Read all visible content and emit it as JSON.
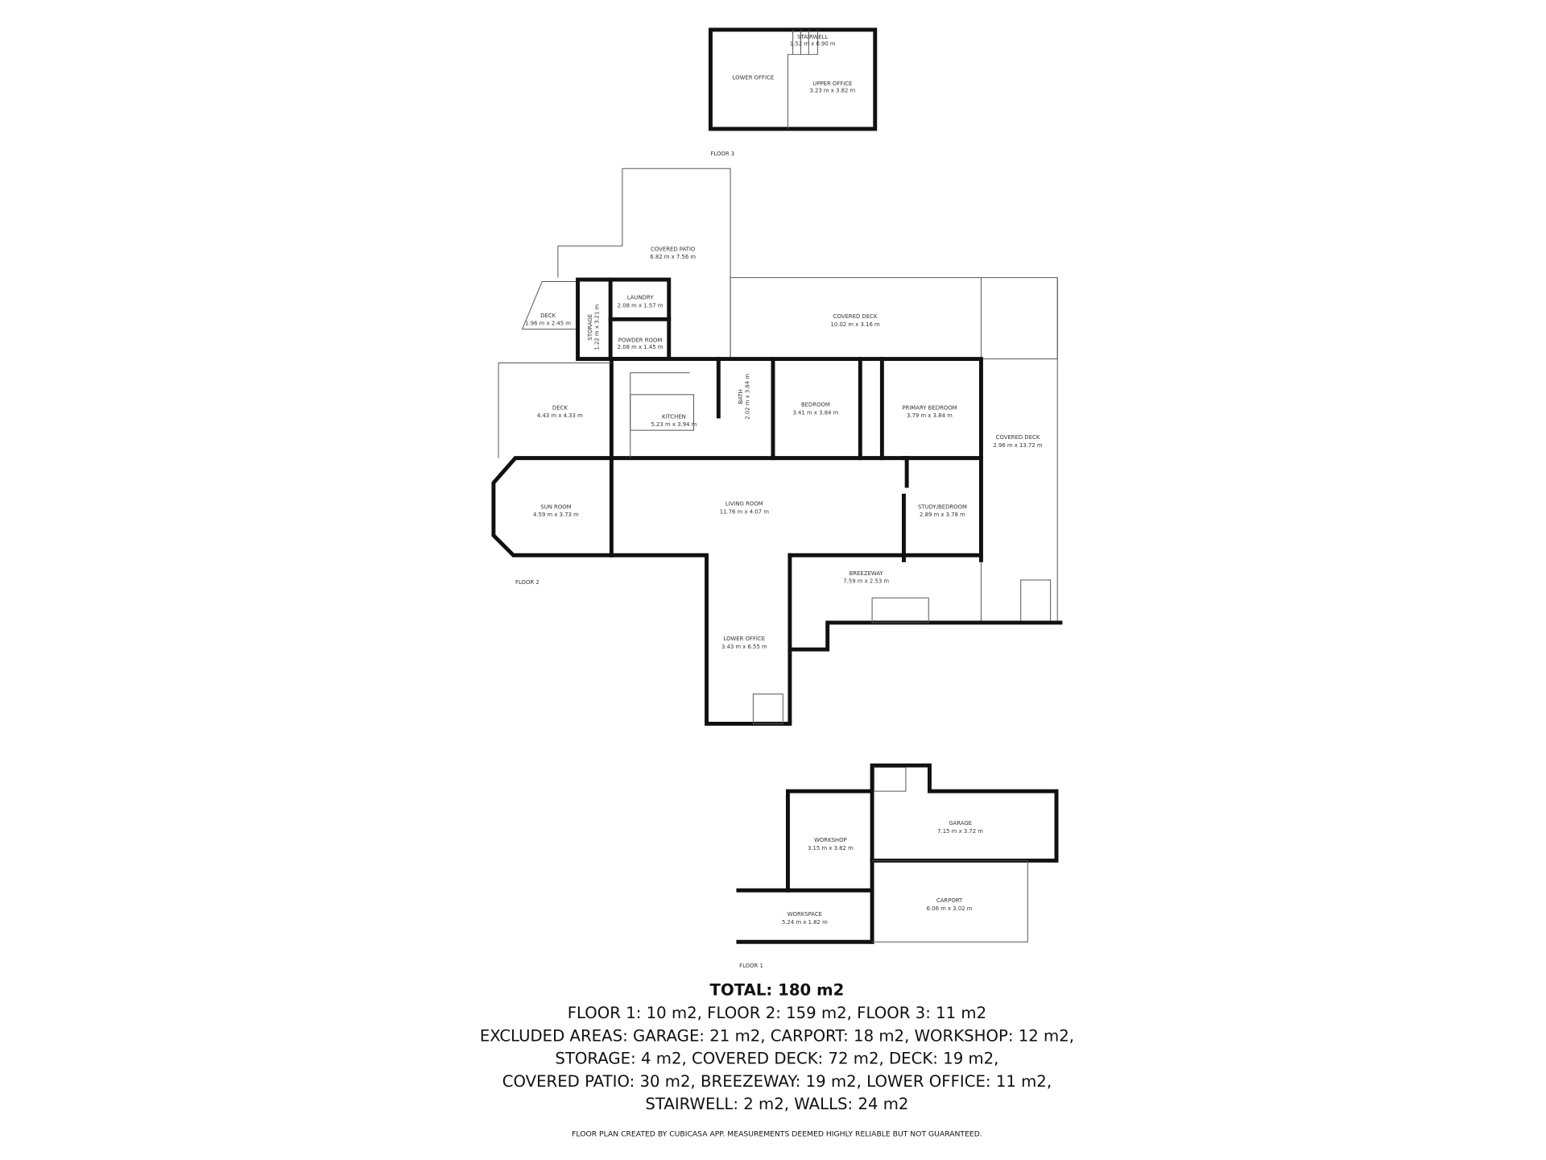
{
  "floor3": {
    "label": "FLOOR 3",
    "rooms": [
      {
        "name": "LOWER OFFICE",
        "dim": ""
      },
      {
        "name": "STAIRWELL",
        "dim": "1.52 m x 0.90 m"
      },
      {
        "name": "UPPER OFFICE",
        "dim": "3.23 m x 3.82 m"
      }
    ]
  },
  "floor2": {
    "label": "FLOOR 2",
    "rooms": [
      {
        "name": "COVERED PATIO",
        "dim": "6.82 m x 7.56 m"
      },
      {
        "name": "LAUNDRY",
        "dim": "2.08 m x 1.57 m"
      },
      {
        "name": "POWDER ROOM",
        "dim": "2.08 m x 1.45 m"
      },
      {
        "name": "STORAGE",
        "dim": "1.22 m x 3.21 m"
      },
      {
        "name": "DECK",
        "dim": "1.96 m x 2.45 m"
      },
      {
        "name": "COVERED DECK",
        "dim": "10.02 m x 3.16 m"
      },
      {
        "name": "DECK",
        "dim": "4.43 m x 4.33 m"
      },
      {
        "name": "KITCHEN",
        "dim": "5.23 m x 3.94 m"
      },
      {
        "name": "BATH",
        "dim": "2.02 m x 3.84 m"
      },
      {
        "name": "BEDROOM",
        "dim": "3.41 m x 3.84 m"
      },
      {
        "name": "PRIMARY BEDROOM",
        "dim": "3.79 m x 3.84 m"
      },
      {
        "name": "COVERED DECK",
        "dim": "2.96 m x 13.72 m"
      },
      {
        "name": "SUN ROOM",
        "dim": "4.59 m x 3.73 m"
      },
      {
        "name": "LIVING ROOM",
        "dim": "11.76 m x 4.07 m"
      },
      {
        "name": "STUDY/BEDROOM",
        "dim": "2.89 m x 3.78 m"
      },
      {
        "name": "BREEZEWAY",
        "dim": "7.59 m x 2.53 m"
      },
      {
        "name": "LOWER OFFICE",
        "dim": "3.43 m x 6.55 m"
      }
    ]
  },
  "floor1": {
    "label": "FLOOR 1",
    "rooms": [
      {
        "name": "GARAGE",
        "dim": "7.15 m x 3.72 m"
      },
      {
        "name": "WORKSHOP",
        "dim": "3.15 m x 3.82 m"
      },
      {
        "name": "CARPORT",
        "dim": "6.06 m x 3.02 m"
      },
      {
        "name": "WORKSPACE",
        "dim": "5.24 m x 1.82 m"
      }
    ]
  },
  "summary": {
    "total": "TOTAL: 180 m2",
    "lines": [
      "FLOOR 1: 10 m2, FLOOR 2: 159 m2, FLOOR 3: 11 m2",
      "EXCLUDED AREAS: GARAGE: 21 m2, CARPORT: 18 m2, WORKSHOP: 12 m2,",
      "STORAGE: 4 m2, COVERED DECK: 72 m2, DECK: 19 m2,",
      "COVERED PATIO: 30 m2, BREEZEWAY: 19 m2, LOWER OFFICE: 11 m2,",
      "STAIRWELL: 2 m2, WALLS: 24 m2"
    ],
    "disclaimer": "FLOOR PLAN CREATED BY CUBICASA APP. MEASUREMENTS DEEMED HIGHLY RELIABLE BUT NOT GUARANTEED."
  }
}
